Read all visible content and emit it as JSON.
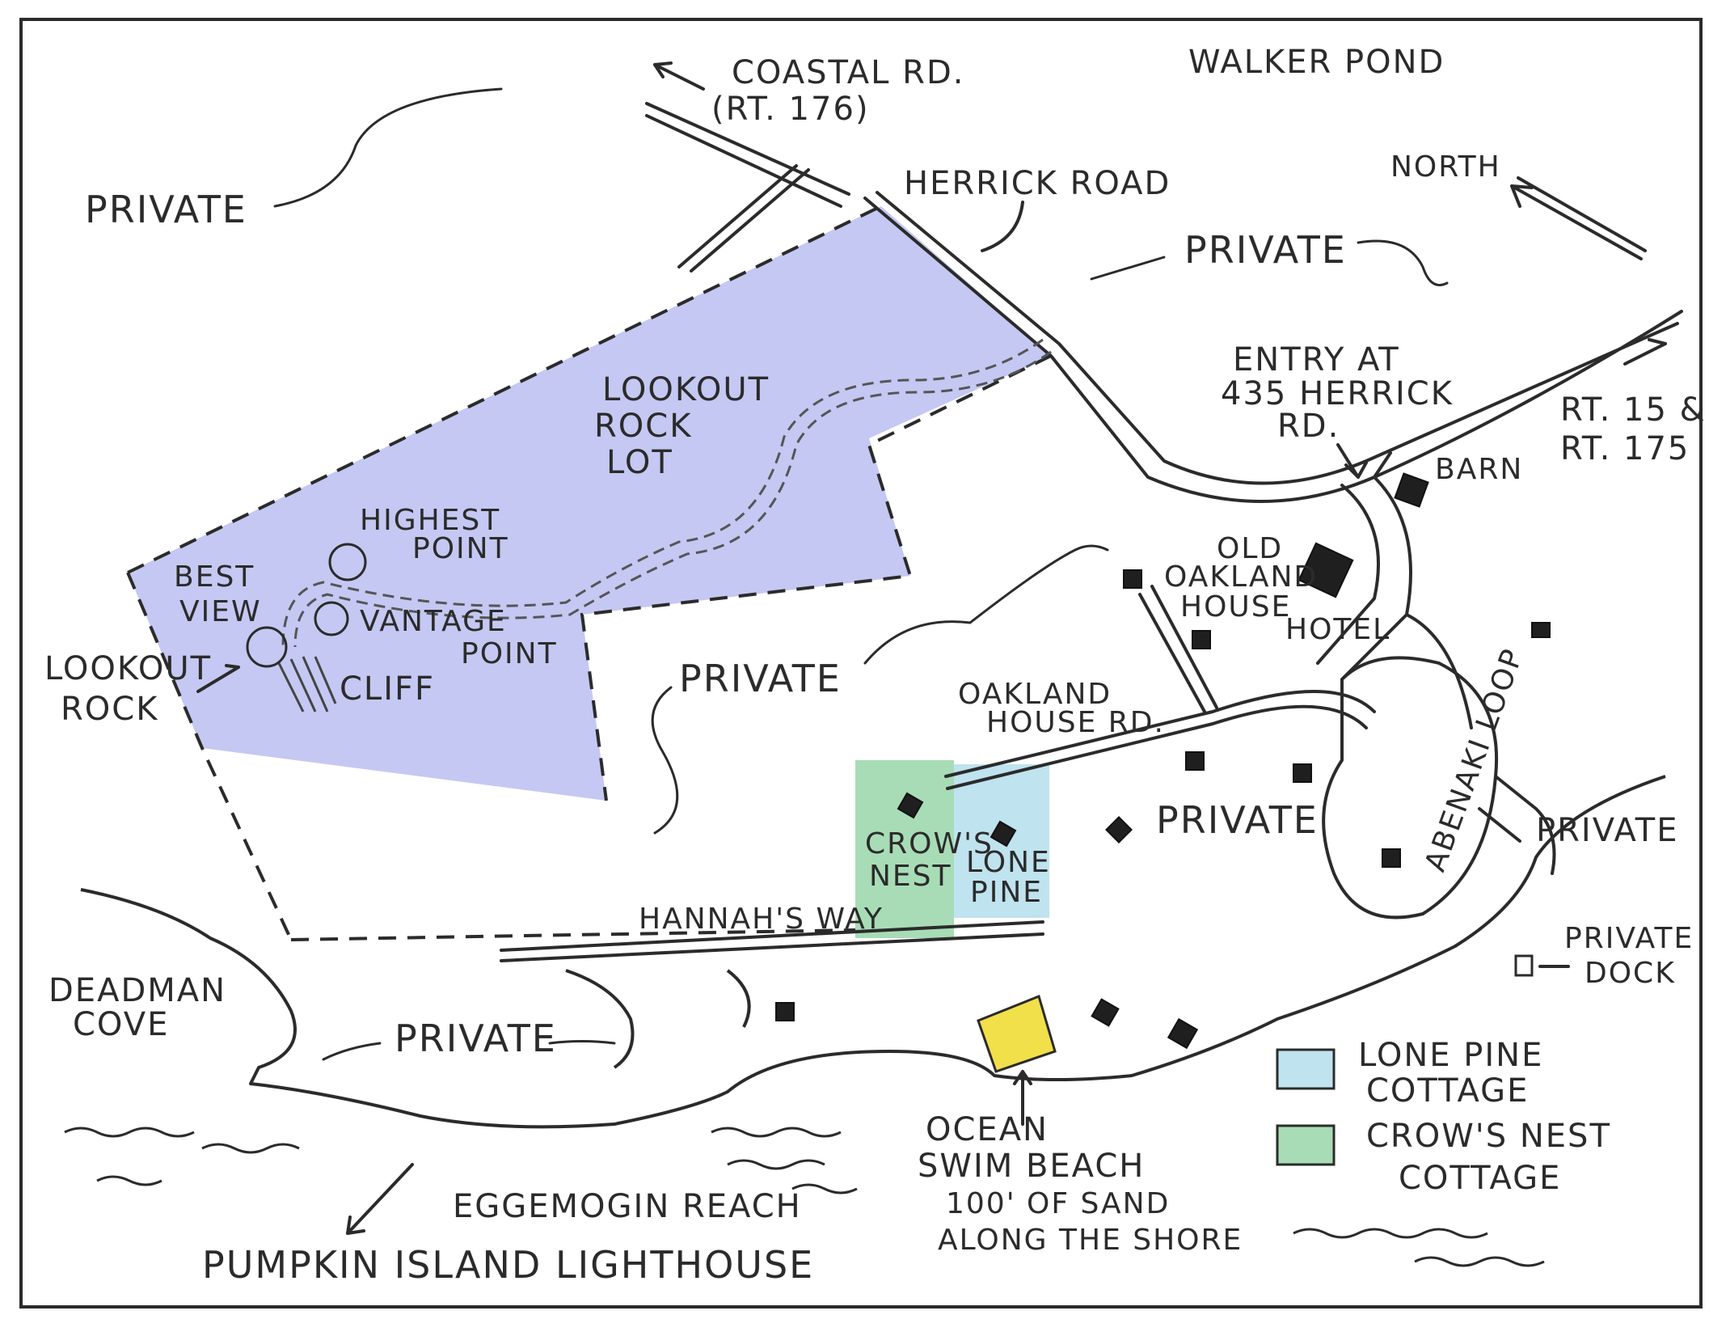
{
  "colors": {
    "lookout_lot": "#c5c8f2",
    "lone_pine": "#bfe3ef",
    "crows_nest": "#a8dcb6",
    "swim_beach": "#f1e04a",
    "ink": "#2b2b2b"
  },
  "labels": {
    "coastal_rd_1": "COASTAL RD.",
    "coastal_rd_2": "(RT. 176)",
    "walker_pond": "WALKER POND",
    "north": "NORTH",
    "herrick_road": "HERRICK ROAD",
    "private_nw": "PRIVATE",
    "private_ne": "PRIVATE",
    "private_center": "PRIVATE",
    "private_mid": "PRIVATE",
    "private_east": "PRIVATE",
    "private_south": "PRIVATE",
    "lookout_rock_lot_1": "LOOKOUT",
    "lookout_rock_lot_2": "ROCK",
    "lookout_rock_lot_3": "LOT",
    "highest_point_1": "HIGHEST",
    "highest_point_2": "POINT",
    "best_view_1": "BEST",
    "best_view_2": "VIEW",
    "vantage_point_1": "VANTAGE",
    "vantage_point_2": "POINT",
    "cliff": "CLIFF",
    "lookout_rock_1": "LOOKOUT",
    "lookout_rock_2": "ROCK",
    "entry_1": "ENTRY AT",
    "entry_2": "435 HERRICK",
    "entry_3": "RD.",
    "rt_15": "RT. 15 &",
    "rt_175": "RT. 175",
    "barn": "BARN",
    "old_oakland_1": "OLD",
    "old_oakland_2": "OAKLAND",
    "old_oakland_3": "HOUSE",
    "old_oakland_4": "HOTEL",
    "oakland_house_rd_1": "OAKLAND",
    "oakland_house_rd_2": "HOUSE RD.",
    "abenaki_loop": "ABENAKI LOOP",
    "crows_nest_1": "CROW'S",
    "crows_nest_2": "NEST",
    "lone_pine_1": "LONE",
    "lone_pine_2": "PINE",
    "hannahs_way": "HANNAH'S WAY",
    "private_dock_1": "PRIVATE",
    "private_dock_2": "DOCK",
    "deadman_cove_1": "DEADMAN",
    "deadman_cove_2": "COVE",
    "ocean_1": "OCEAN",
    "ocean_2": "SWIM BEACH",
    "ocean_3": "100' OF SAND",
    "ocean_4": "ALONG THE SHORE",
    "eggemoggin": "EGGEMOGIN REACH",
    "pumpkin": "PUMPKIN ISLAND LIGHTHOUSE"
  },
  "legend": {
    "lone_pine_1": "LONE PINE",
    "lone_pine_2": "COTTAGE",
    "crows_nest_1": "CROW'S NEST",
    "crows_nest_2": "COTTAGE"
  }
}
